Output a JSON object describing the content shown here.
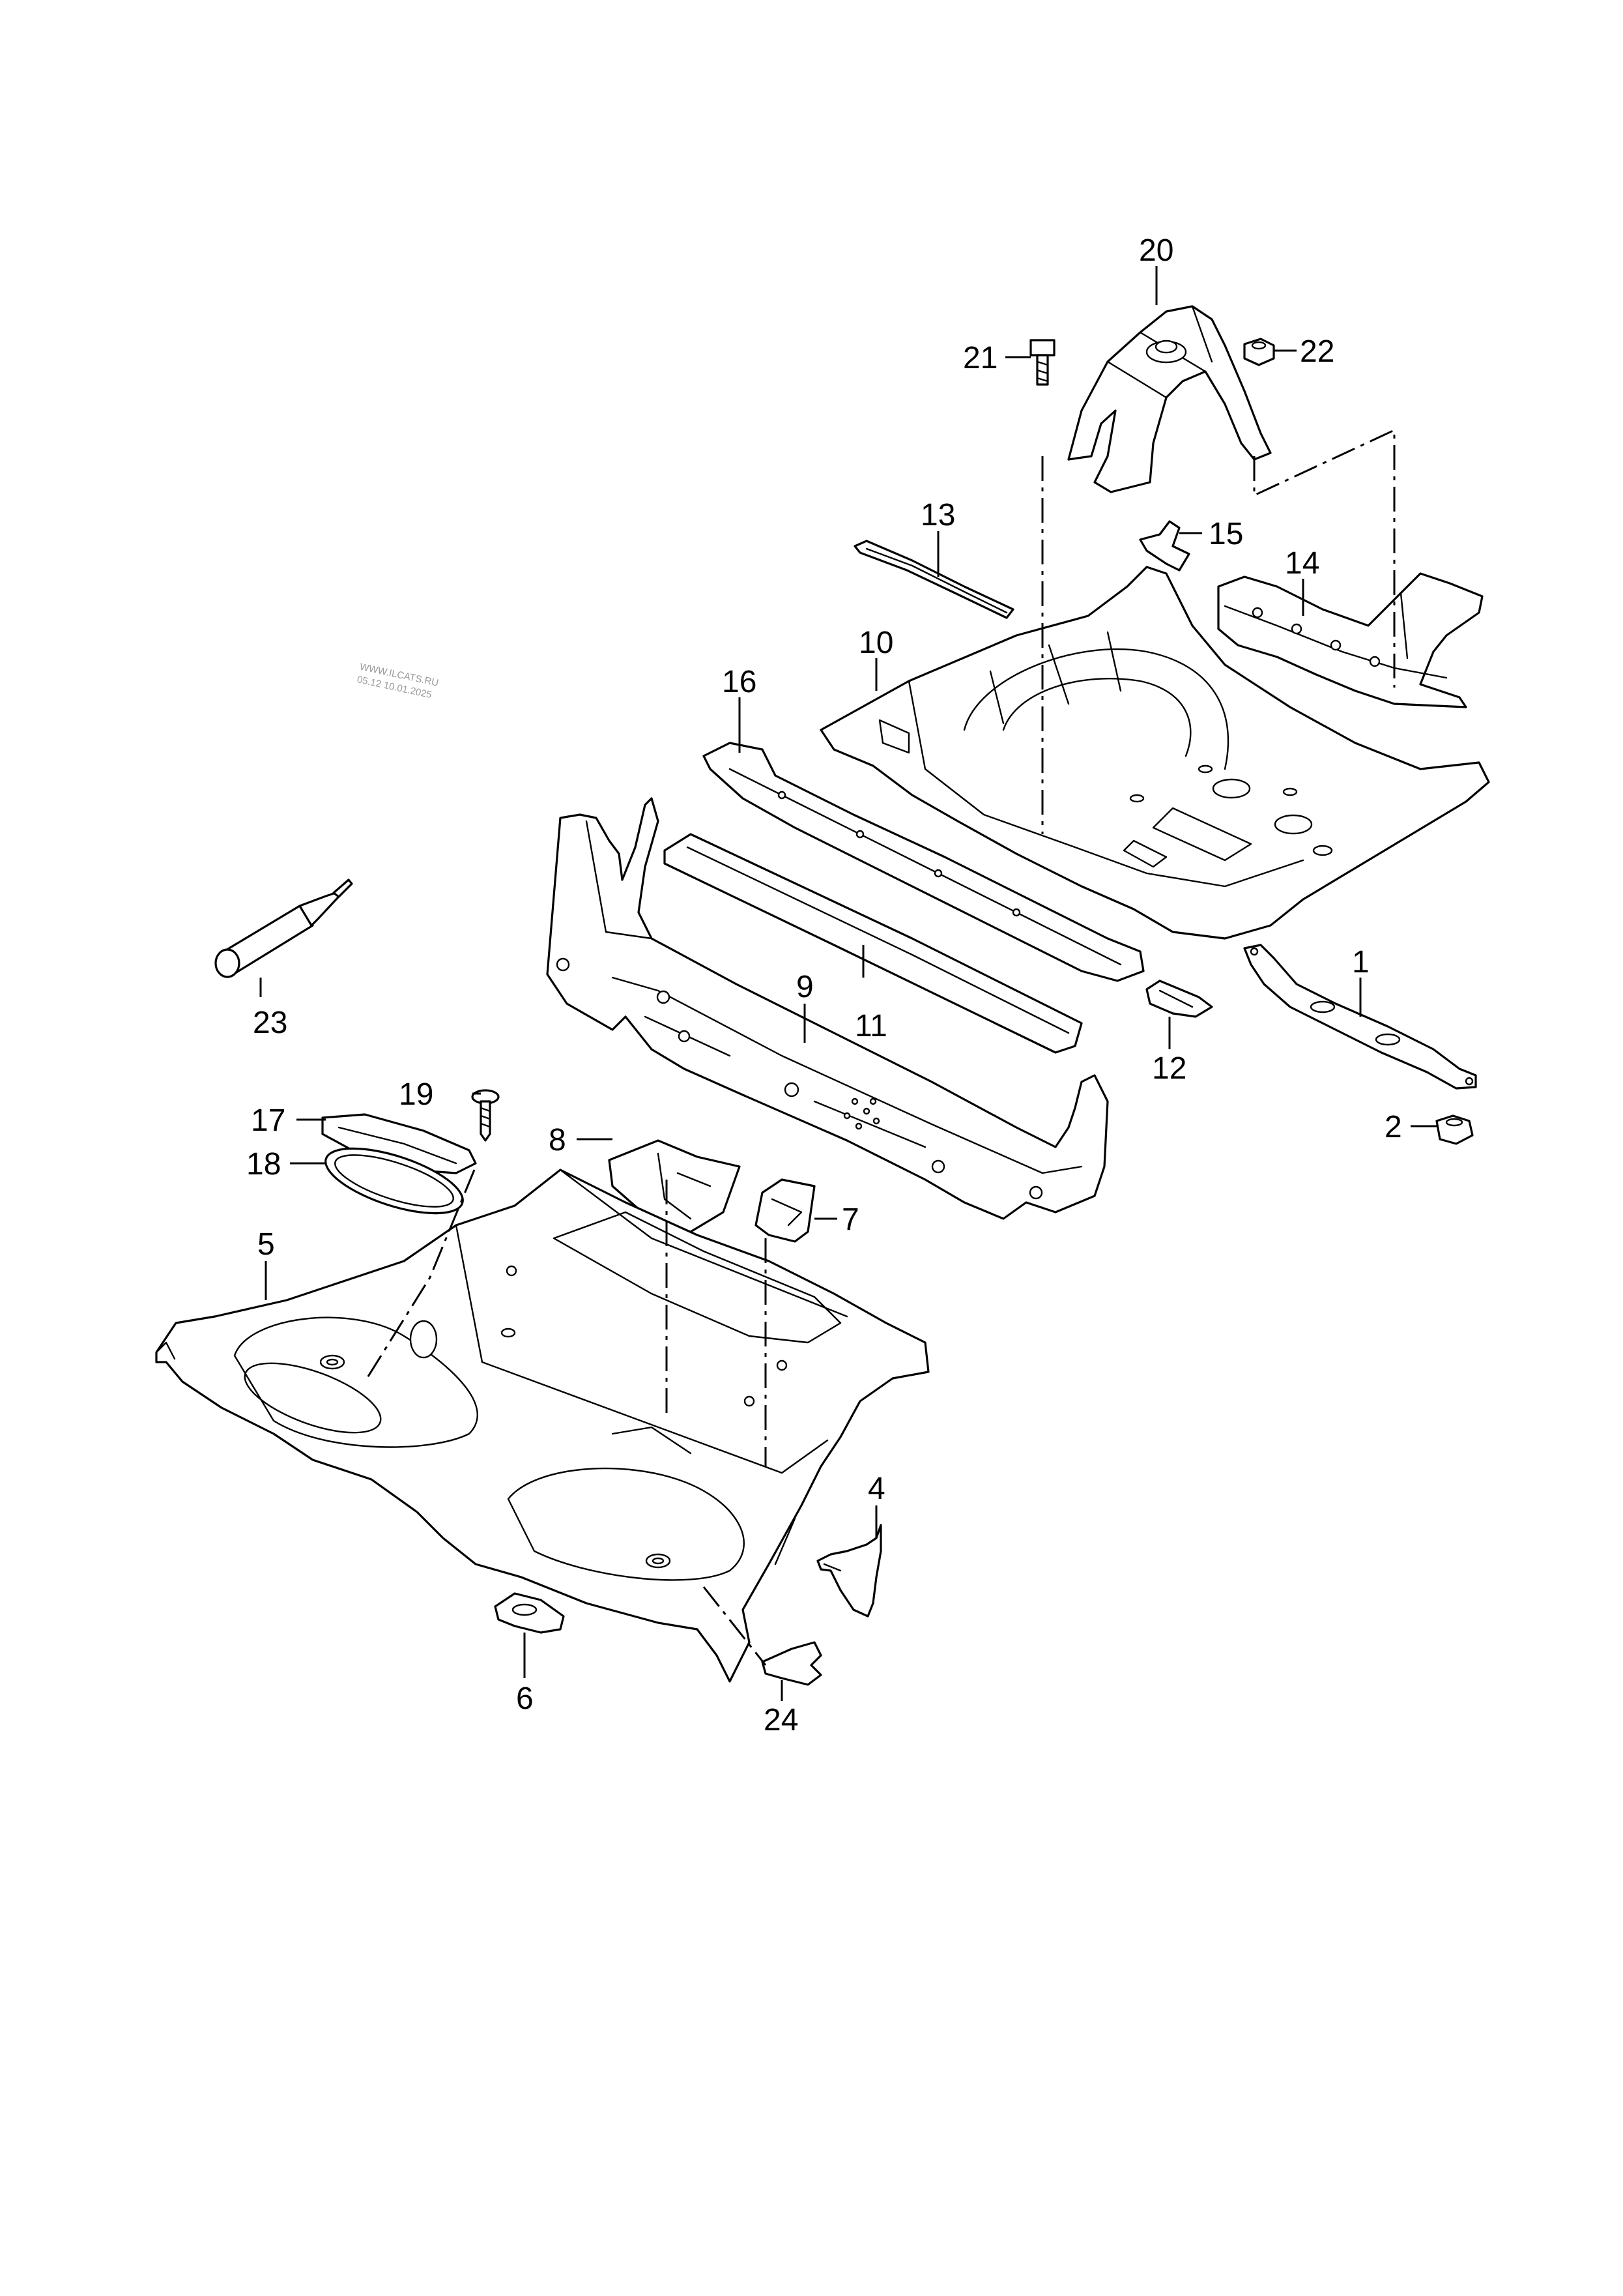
{
  "watermark": {
    "line1": "WWW.ILCATS.RU",
    "line2": "05.12 10.01.2025"
  },
  "callouts": {
    "c1": "1",
    "c2": "2",
    "c4": "4",
    "c5": "5",
    "c6": "6",
    "c7": "7",
    "c8": "8",
    "c9": "9",
    "c10": "10",
    "c11": "11",
    "c12": "12",
    "c13": "13",
    "c14": "14",
    "c15": "15",
    "c16": "16",
    "c17": "17",
    "c18": "18",
    "c19": "19",
    "c20": "20",
    "c21": "21",
    "c22": "22",
    "c23": "23",
    "c24": "24"
  }
}
